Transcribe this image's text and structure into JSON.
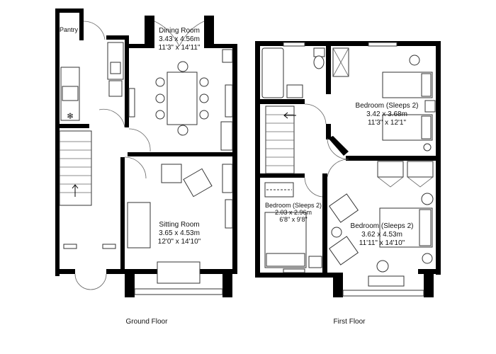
{
  "ground_floor": {
    "caption": "Ground Floor",
    "rooms": [
      {
        "name": "Pantry"
      },
      {
        "name": "Dining Room",
        "metric": "3.43 x 4.56m",
        "imperial": "11'3\" x 14'11\""
      },
      {
        "name": "Sitting Room",
        "metric": "3.65 x 4.53m",
        "imperial": "12'0\" x 14'10\""
      }
    ]
  },
  "first_floor": {
    "caption": "First Floor",
    "rooms": [
      {
        "name": "Bedroom (Sleeps 2)",
        "metric": "3.42 x 3.68m",
        "imperial": "11'3\" x 12'1\""
      },
      {
        "name": "Bedroom (Sleeps 2)",
        "metric": "2.03 x 2.96m",
        "imperial": "6'8\" x 9'8\""
      },
      {
        "name": "Bedroom (Sleeps 2)",
        "metric": "3.62 x 4.53m",
        "imperial": "11'11\" x 14'10\""
      }
    ]
  },
  "colors": {
    "wall": "#000000",
    "fixture_stroke": "#333333"
  }
}
